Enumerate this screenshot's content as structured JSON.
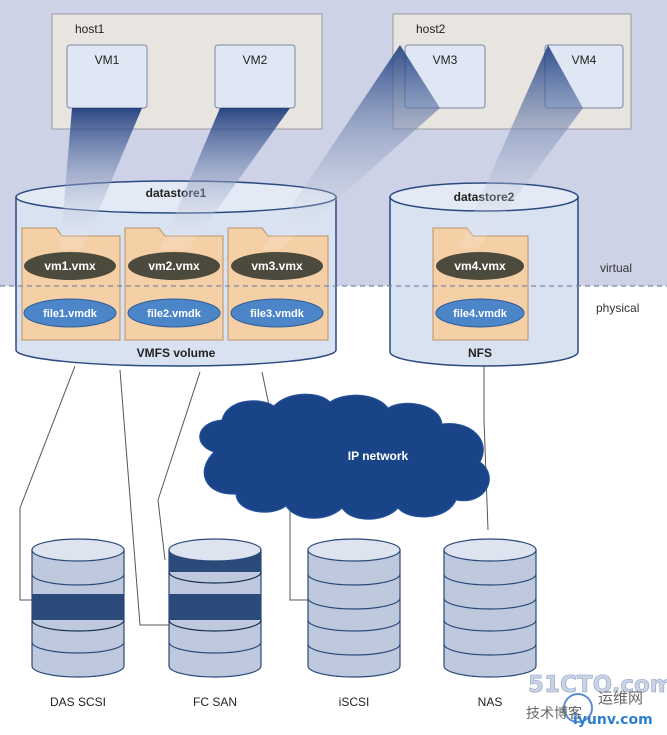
{
  "hosts": [
    {
      "label": "host1",
      "vms": [
        "VM1",
        "VM2"
      ]
    },
    {
      "label": "host2",
      "vms": [
        "VM3",
        "VM4"
      ]
    }
  ],
  "datastores": [
    {
      "label": "datastore1",
      "type_label": "VMFS volume",
      "files": [
        {
          "vmx": "vm1.vmx",
          "vmdk": "file1.vmdk"
        },
        {
          "vmx": "vm2.vmx",
          "vmdk": "file2.vmdk"
        },
        {
          "vmx": "vm3.vmx",
          "vmdk": "file3.vmdk"
        }
      ]
    },
    {
      "label": "datastore2",
      "type_label": "NFS",
      "files": [
        {
          "vmx": "vm4.vmx",
          "vmdk": "file4.vmdk"
        }
      ]
    }
  ],
  "planes": {
    "virtual": "virtual",
    "physical": "physical"
  },
  "network": {
    "label": "IP network"
  },
  "storage": [
    "DAS SCSI",
    "FC SAN",
    "iSCSI",
    "NAS"
  ],
  "watermark": {
    "logo": "51CTO.com",
    "cn_left": "技术博客",
    "cn_right": "运维网",
    "url": "iyunv.com"
  },
  "colors": {
    "virtual_bg": "#cdd2e6",
    "datastore_fill": "#d9e2f0",
    "folder_fill": "#f5cfa6",
    "vmx_pill": "#4b4a3c",
    "vmdk_pill": "#4d86c8",
    "cloud": "#1a4488",
    "disk_dark": "#2a4a7a",
    "disk_light": "#bfc9dd"
  }
}
